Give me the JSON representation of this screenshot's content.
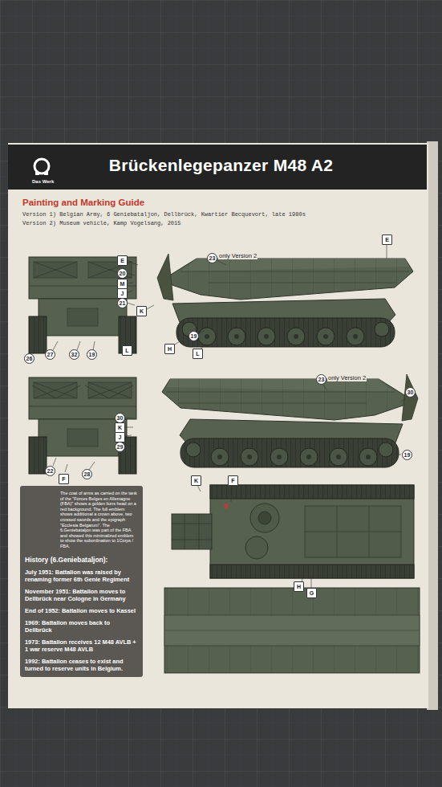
{
  "diagram": {
    "title": "Brückenlegepanzer M48 A2",
    "nodes": [
      {
        "text": [
          "The coat of arms as carried on the tank of the \"Forces Belges en Allemagne (FBA)\" shows a golden lions head on a red background. The full emblem shows additional a crown above, two crossed swords and the epigraph \"Ecclesia Belgarum\". The 6.Geniebataljon was part of the FBA and showed this minimalized emblem to show the subordination to 1Corps / FBA.",
          "History (6.Geniebataljon):",
          "July 1951: Battalion was raised by renaming former 6th Genie Regiment",
          "November 1951: Battalion moves to Dellbrück near Cologne in Germany",
          "End of 1952: Battalion moves to Kassel",
          "1969: Battalion moves back to Dellbrück",
          "1973: Battalion receives 12 M48 AVLB + 1 war reserve M48 AVLB",
          "1992: Battalion ceases to exist and turned to reserve units in Belgium."
        ]
      }
    ],
    "labels": [
      "Das Werk",
      "Painting and Marking Guide",
      "Version 1) Belgian Army, 6 Geniebataljon, Dellbrück, Kwartier Becquevort, late 1980s",
      "Version 2) Museum vehicle, Kamp Vogelsang, 2015",
      "23",
      "only Version 2",
      "E",
      "E",
      "20",
      "M",
      "J",
      "21",
      "K",
      "L",
      "26",
      "27",
      "32",
      "19",
      "19",
      "H",
      "L",
      "30",
      "K",
      "J",
      "29",
      "22",
      "F",
      "28",
      "23",
      "only Version 2",
      "30",
      "19",
      "K",
      "F",
      "H",
      "G"
    ]
  }
}
